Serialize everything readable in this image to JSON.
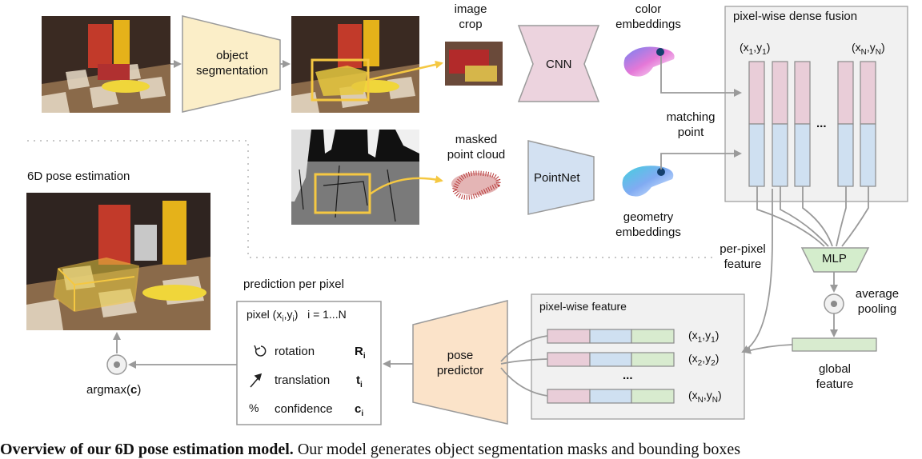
{
  "labels": {
    "object_segmentation_l1": "object",
    "object_segmentation_l2": "segmentation",
    "image_crop_l1": "image",
    "image_crop_l2": "crop",
    "color_embeddings_l1": "color",
    "color_embeddings_l2": "embeddings",
    "cnn": "CNN",
    "pixel_wise_dense_fusion": "pixel-wise dense fusion",
    "x1y1_top": "(x",
    "matching_point_l1": "matching",
    "matching_point_l2": "point",
    "masked_point_cloud_l1": "masked",
    "masked_point_cloud_l2": "point cloud",
    "pointnet": "PointNet",
    "geometry_embeddings_l1": "geometry",
    "geometry_embeddings_l2": "embeddings",
    "pose_estimation_6d": "6D pose estimation",
    "per_pixel_feature_l1": "per-pixel",
    "per_pixel_feature_l2": "feature",
    "mlp": "MLP",
    "average_pooling_l1": "average",
    "average_pooling_l2": "pooling",
    "prediction_per_pixel": "prediction per pixel",
    "pixel_wise_feature": "pixel-wise feature",
    "pose_predictor_l1": "pose",
    "pose_predictor_l2": "predictor",
    "rotation": "rotation",
    "translation": "translation",
    "confidence": "confidence",
    "global_feature_l1": "global",
    "global_feature_l2": "feature",
    "argmax_prefix": "argmax(",
    "argmax_var": "c",
    "argmax_suffix": ")",
    "ellipsis": "...",
    "rotation_symbol": "R",
    "translation_symbol": "t",
    "confidence_symbol": "c",
    "subscript_i": "i",
    "pixel_row_prefix": "pixel (x",
    "pixel_row_range": "i = 1...N"
  },
  "caption": {
    "bold": "Overview of our 6D pose estimation model.",
    "rest": " Our model generates object segmentation masks and bounding boxes"
  },
  "colors": {
    "segmentation_fill": "#fbeec8",
    "cnn_fill": "#ecd3de",
    "pointnet_fill": "#d3e1f2",
    "pose_predictor_fill": "#fbe3c9",
    "mlp_fill": "#d4edcc",
    "color_embedding": "#e9cdd8",
    "geometry_embedding": "#cfe0f1",
    "global_feature": "#d8ebcf",
    "box_gray": "#f1f1f1",
    "arrow_gray": "#9a9a9a",
    "highlight_yellow": "#f5c842"
  }
}
